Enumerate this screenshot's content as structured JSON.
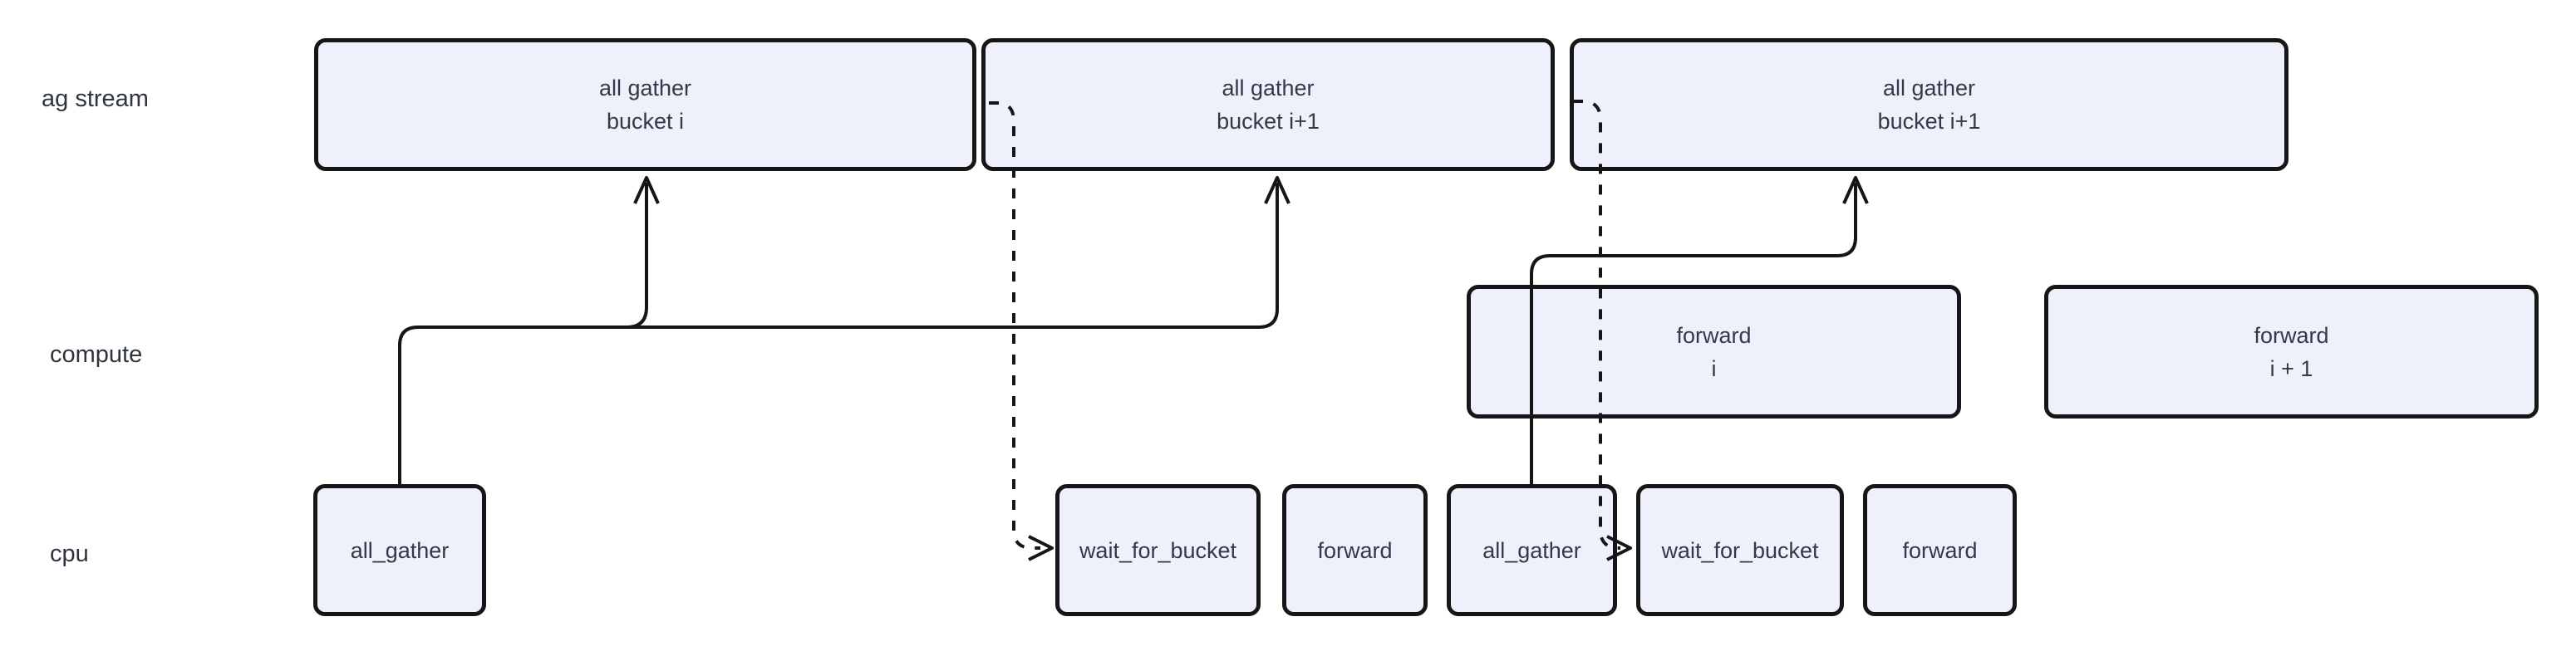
{
  "row_labels": {
    "ag_stream": "ag stream",
    "compute": "compute",
    "cpu": "cpu"
  },
  "ag_stream_row": {
    "box1": {
      "line1": "all gather",
      "line2": "bucket i"
    },
    "box2": {
      "line1": "all gather",
      "line2": "bucket i+1"
    },
    "box3": {
      "line1": "all gather",
      "line2": "bucket i+1"
    }
  },
  "compute_row": {
    "box1": {
      "line1": "forward",
      "line2": "i"
    },
    "box2": {
      "line1": "forward",
      "line2": "i + 1"
    }
  },
  "cpu_row": {
    "box1": "all_gather",
    "box2": "wait_for_bucket",
    "box3": "forward",
    "box4": "all_gather",
    "box5": "wait_for_bucket",
    "box6": "forward"
  },
  "arrows": {
    "solid_1": "cpu all_gather #1 to ag stream bucket i and bucket i+1",
    "solid_2": "cpu all_gather #2 to ag stream bucket i+1",
    "dashed_1": "ag stream bucket i+1 start to cpu wait_for_bucket #1",
    "dashed_2": "ag stream bucket i+1 start to cpu wait_for_bucket #2"
  },
  "colors": {
    "background": "#ffffff",
    "node_fill": "#eef1fb",
    "node_border": "#161616",
    "arrow": "#161616",
    "text": "#333a46",
    "label_text": "#2f353e"
  }
}
